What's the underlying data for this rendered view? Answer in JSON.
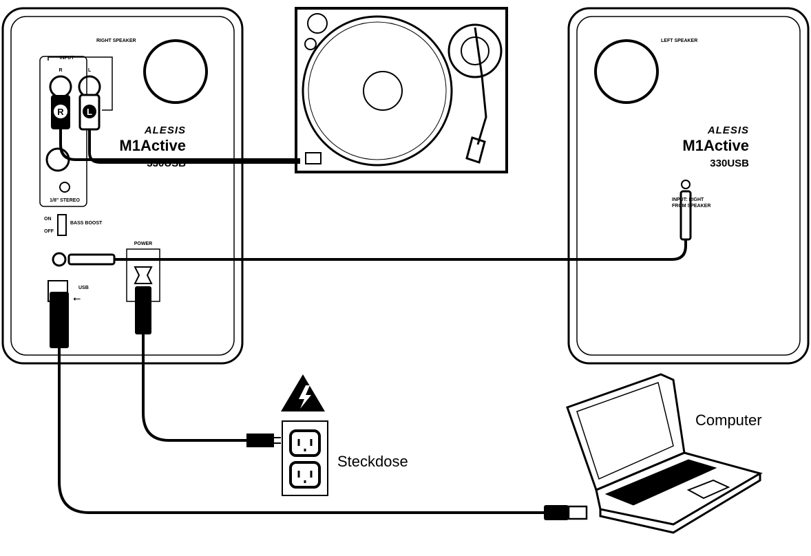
{
  "right_speaker": {
    "label": "RIGHT SPEAKER",
    "brand": "ALESIS",
    "model": "M1Active",
    "model_sub": "330USB",
    "input_label": "INPUT",
    "jack_r": "R",
    "jack_l": "L",
    "stereo_label": "1/8\" STEREO",
    "switch_on": "ON",
    "switch_off": "OFF",
    "bass_boost": "BASS BOOST",
    "power_label": "POWER",
    "usb_label": "USB"
  },
  "left_speaker": {
    "label": "LEFT SPEAKER",
    "brand": "ALESIS",
    "model": "M1Active",
    "model_sub": "330USB",
    "input_label_a": "INPUT: RIGHT",
    "input_label_b": "FROM SPEAKER"
  },
  "labels": {
    "outlet": "Steckdose",
    "computer": "Computer"
  },
  "colors": {
    "line": "#000000",
    "background": "#ffffff"
  }
}
